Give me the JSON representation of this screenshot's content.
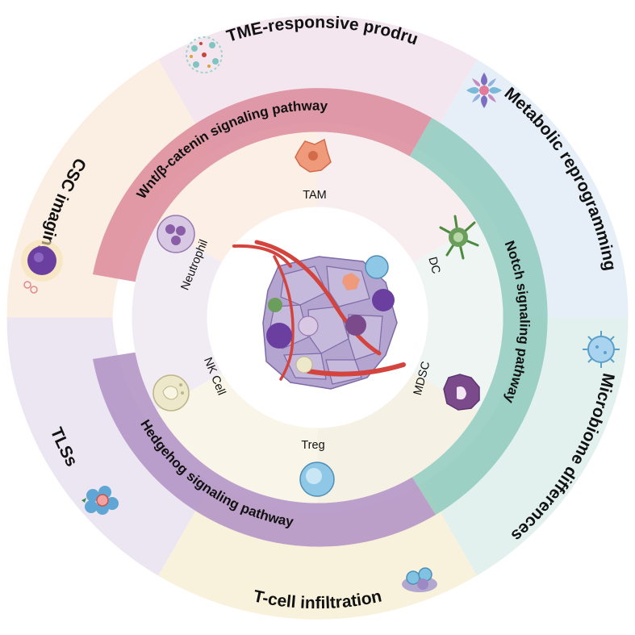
{
  "outer_ring": [
    {
      "key": "tme",
      "label": "TME-responsive prodrugs",
      "icon": "nanoparticle-cluster-icon",
      "color": "#f4e6ee"
    },
    {
      "key": "metabolic",
      "label": "Metabolic reprogramming",
      "icon": "metabolic-network-icon",
      "color": "#e6eef7"
    },
    {
      "key": "microbiome",
      "label": "Microbiome differences",
      "icon": "virus-icon",
      "color": "#e3f1ee"
    },
    {
      "key": "tcell",
      "label": "T-cell infiltration",
      "icon": "t-cell-cluster-icon",
      "color": "#f8f2dc"
    },
    {
      "key": "tls",
      "label": "TLSs",
      "icon": "tertiary-lymphoid-structure-icon",
      "color": "#ece6f2"
    },
    {
      "key": "csc",
      "label": "CSC imaging",
      "icon": "cancer-stem-cell-icon",
      "color": "#fbeee2"
    }
  ],
  "middle_ring": [
    {
      "key": "wnt",
      "label": "Wnt/β-catenin signaling pathway",
      "color": "#dd8f9e"
    },
    {
      "key": "notch",
      "label": "Notch signaling pathway",
      "color": "#8fcabd"
    },
    {
      "key": "hedgehog",
      "label": "Hedgehog signaling pathway",
      "color": "#b496c6"
    }
  ],
  "inner_cells": [
    {
      "key": "tam",
      "label": "TAM",
      "icon": "tam-cell-icon",
      "color": "#ef9a7a"
    },
    {
      "key": "dc",
      "label": "DC",
      "icon": "dendritic-cell-icon",
      "color": "#6b9e5b"
    },
    {
      "key": "mdsc",
      "label": "MDSC",
      "icon": "mdsc-cell-icon",
      "color": "#7a4a8a"
    },
    {
      "key": "treg",
      "label": "Treg",
      "icon": "treg-cell-icon",
      "color": "#8fc7e6"
    },
    {
      "key": "nk",
      "label": "NK Cell",
      "icon": "nk-cell-icon",
      "color": "#ece8c9"
    },
    {
      "key": "neutrophil",
      "label": "Neutrophil",
      "icon": "neutrophil-icon",
      "color": "#b99ac8"
    }
  ],
  "center": {
    "icon": "tumor-mass-icon"
  }
}
